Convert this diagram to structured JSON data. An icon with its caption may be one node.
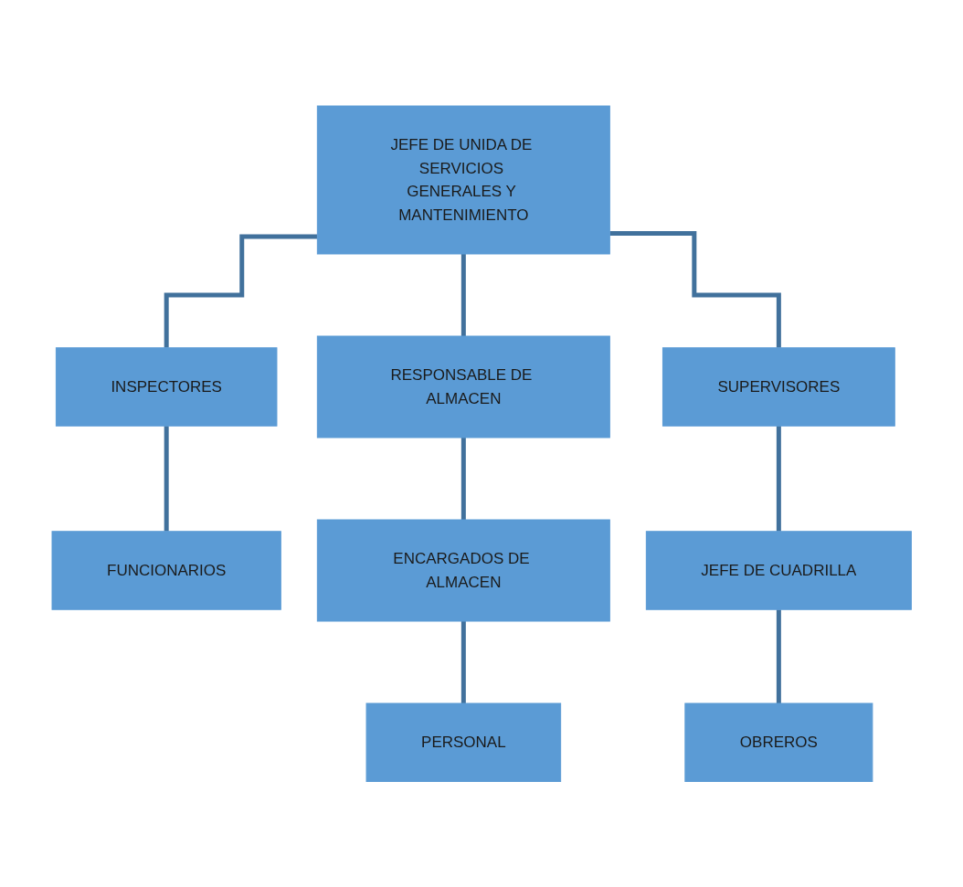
{
  "diagram": {
    "nodes": [
      {
        "text": [
          "JEFE DE UNIDA DE SERVICIOS GENERALES Y MANTENIMIENTO"
        ]
      },
      {
        "text": [
          "INSPECTORES"
        ]
      },
      {
        "text": [
          "RESPONSABLE DE ALMACEN"
        ]
      },
      {
        "text": [
          "SUPERVISORES"
        ]
      },
      {
        "text": [
          "FUNCIONARIOS"
        ]
      },
      {
        "text": [
          "ENCARGADOS DE ALMACEN"
        ]
      },
      {
        "text": [
          "JEFE DE CUADRILLA"
        ]
      },
      {
        "text": [
          "PERSONAL"
        ]
      },
      {
        "text": [
          "OBREROS"
        ]
      }
    ],
    "edges": [
      {
        "from": 0,
        "to": 1,
        "arrow": "none"
      },
      {
        "from": 0,
        "to": 2,
        "arrow": "none"
      },
      {
        "from": 0,
        "to": 3,
        "arrow": "none"
      },
      {
        "from": 1,
        "to": 4,
        "arrow": "none"
      },
      {
        "from": 2,
        "to": 5,
        "arrow": "none"
      },
      {
        "from": 3,
        "to": 6,
        "arrow": "none"
      },
      {
        "from": 5,
        "to": 7,
        "arrow": "none"
      },
      {
        "from": 6,
        "to": 8,
        "arrow": "none"
      }
    ]
  }
}
